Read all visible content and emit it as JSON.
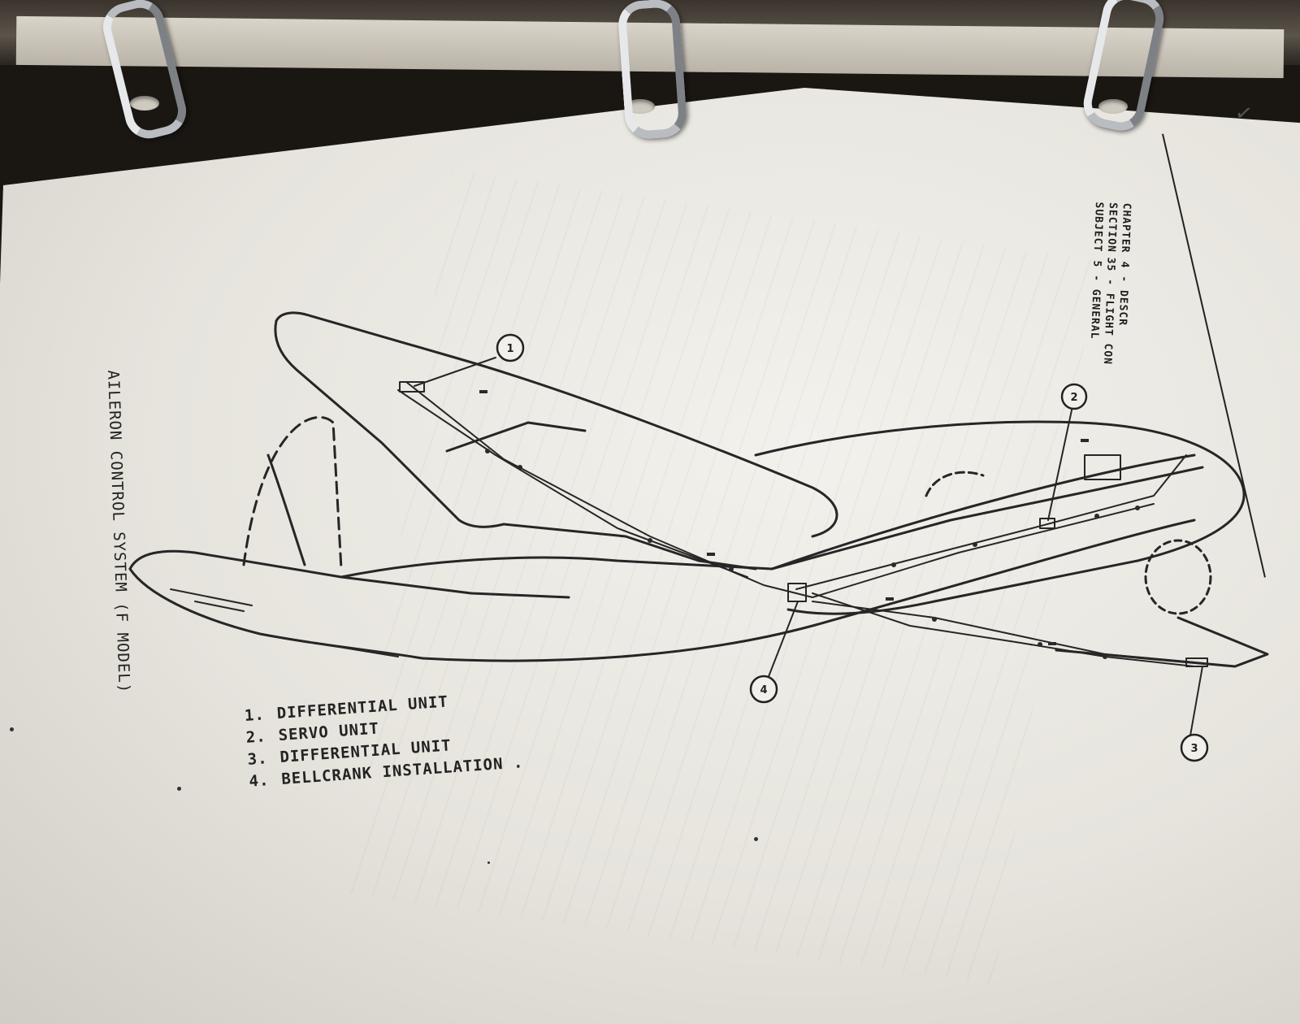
{
  "header": {
    "rows": [
      {
        "label": "CHAPTER",
        "value": "4 - DESCR"
      },
      {
        "label": "SECTION",
        "value": "35 - FLIGHT CON"
      },
      {
        "label": "SUBJECT",
        "value": "5 - GENERAL"
      }
    ]
  },
  "figure": {
    "title": "AILERON CONTROL SYSTEM (F MODEL)",
    "callouts": [
      "1",
      "2",
      "3",
      "4"
    ]
  },
  "legend": {
    "items": [
      {
        "number": "1.",
        "label": "DIFFERENTIAL UNIT"
      },
      {
        "number": "2.",
        "label": "SERVO UNIT"
      },
      {
        "number": "3.",
        "label": "DIFFERENTIAL UNIT"
      },
      {
        "number": "4.",
        "label": "BELLCRANK INSTALLATION ."
      }
    ]
  },
  "colors": {
    "paper": "#ecebe5",
    "ink": "#222222",
    "ring_metal": "#b9bcc0",
    "binder": "#3a342d"
  }
}
